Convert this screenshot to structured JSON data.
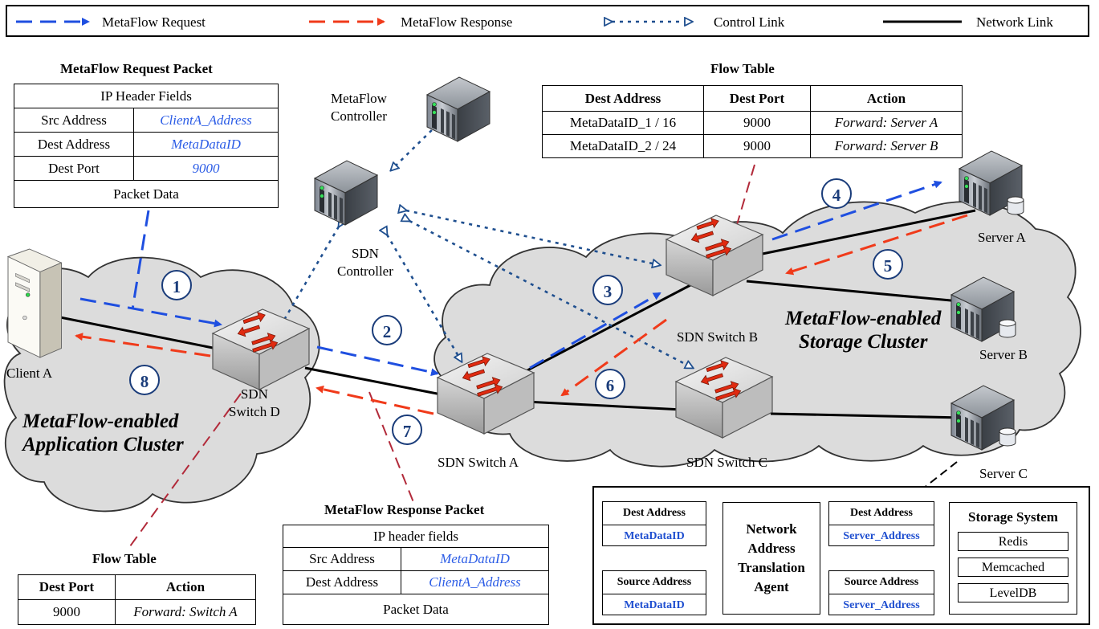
{
  "legend": {
    "request": "MetaFlow Request",
    "response": "MetaFlow Response",
    "control": "Control Link",
    "network": "Network Link"
  },
  "request_packet": {
    "title": "MetaFlow Request Packet",
    "header": "IP Header Fields",
    "rows": [
      {
        "field": "Src Address",
        "value": "ClientA_Address"
      },
      {
        "field": "Dest Address",
        "value": "MetaDataID"
      },
      {
        "field": "Dest Port",
        "value": "9000"
      }
    ],
    "data": "Packet Data"
  },
  "flow_table_b": {
    "title": "Flow Table",
    "headers": [
      "Dest Address",
      "Dest Port",
      "Action"
    ],
    "rows": [
      [
        "MetaDataID_1 / 16",
        "9000",
        "Forward: Server A"
      ],
      [
        "MetaDataID_2 / 24",
        "9000",
        "Forward: Server B"
      ]
    ]
  },
  "flow_table_d": {
    "title": "Flow Table",
    "headers": [
      "Dest Port",
      "Action"
    ],
    "rows": [
      [
        "9000",
        "Forward: Switch A"
      ]
    ]
  },
  "response_packet": {
    "title": "MetaFlow Response Packet",
    "header": "IP header fields",
    "rows": [
      {
        "field": "Src Address",
        "value": "MetaDataID"
      },
      {
        "field": "Dest Address",
        "value": "ClientA_Address"
      }
    ],
    "data": "Packet Data"
  },
  "nodes": {
    "metaflow_controller": "MetaFlow\nController",
    "sdn_controller": "SDN\nController",
    "client_a": "Client A",
    "switch_a": "SDN Switch A",
    "switch_b": "SDN Switch B",
    "switch_c": "SDN Switch C",
    "switch_d": "SDN\nSwitch D",
    "server_a": "Server A",
    "server_b": "Server B",
    "server_c": "Server C"
  },
  "clusters": {
    "application": "MetaFlow-enabled\nApplication Cluster",
    "storage": "MetaFlow-enabled\nStorage Cluster"
  },
  "steps": [
    "1",
    "2",
    "3",
    "4",
    "5",
    "6",
    "7",
    "8"
  ],
  "nat": {
    "left_top_header": "Dest Address",
    "left_top_value": "MetaDataID",
    "left_bottom_header": "Source Address",
    "left_bottom_value": "MetaDataID",
    "agent": "Network\nAddress\nTranslation\nAgent",
    "right_top_header": "Dest Address",
    "right_top_value": "Server_Address",
    "right_bottom_header": "Source Address",
    "right_bottom_value": "Server_Address",
    "storage_title": "Storage System",
    "storage_items": [
      "Redis",
      "Memcached",
      "LevelDB"
    ]
  },
  "colors": {
    "request": "#1f4fe0",
    "response": "#f03a1a",
    "control": "#1f4f8f",
    "annotation": "#b22a3a",
    "cloud": "#dcdcdc"
  }
}
